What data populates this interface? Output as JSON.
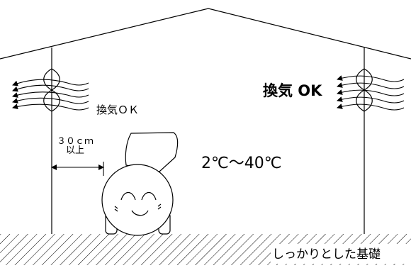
{
  "labels": {
    "vent_left": "換気ＯＫ",
    "vent_right": "換気 OK",
    "clearance_line1": "３０ｃｍ",
    "clearance_line2": "以上",
    "temperature_range": "2℃～40℃",
    "foundation": "しっかりとした基礎"
  },
  "colors": {
    "line": "#000000",
    "background": "#ffffff"
  },
  "icons": {
    "airflow_left": "airflow-arrows-icon",
    "airflow_right": "airflow-arrows-icon",
    "fan_left": "ventilation-fan-icon",
    "fan_right": "ventilation-fan-icon",
    "machine": "smiling-machine-icon"
  }
}
